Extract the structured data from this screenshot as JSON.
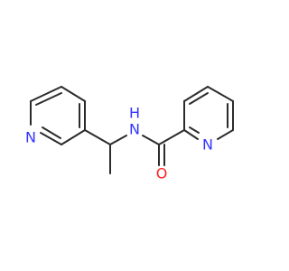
{
  "colors": {
    "bond": "#2b2b2b",
    "nitrogen": "#3333ff",
    "oxygen": "#ff2020",
    "background": "#ffffff"
  },
  "atoms": {
    "pyridine_left_n": "N",
    "amide_nh_n": "N",
    "amide_nh_h": "H",
    "pyridine_right_n": "N",
    "carbonyl_o": "O"
  }
}
